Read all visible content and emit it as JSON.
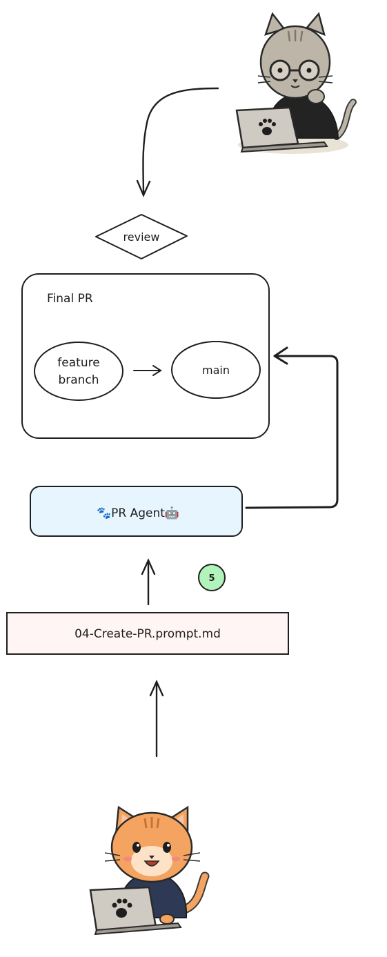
{
  "review_label": "review",
  "final_pr_title": "Final PR",
  "feature_branch_line1": "feature",
  "feature_branch_line2": "branch",
  "main_label": "main",
  "agent_label": "🐾PR Agent🤖",
  "step_badge": "5",
  "prompt_file": "04-Create-PR.prompt.md",
  "colors": {
    "ink": "#1e1e1e",
    "agent_fill": "#e7f5ff",
    "prompt_fill": "#fff5f5",
    "badge_fill": "#b2f2bb",
    "orange_cat": "#f4a460",
    "gray_cat": "#bdb6a8"
  },
  "icons": [
    "reviewer-cat-icon",
    "developer-cat-icon",
    "paw-icon",
    "robot-icon"
  ]
}
